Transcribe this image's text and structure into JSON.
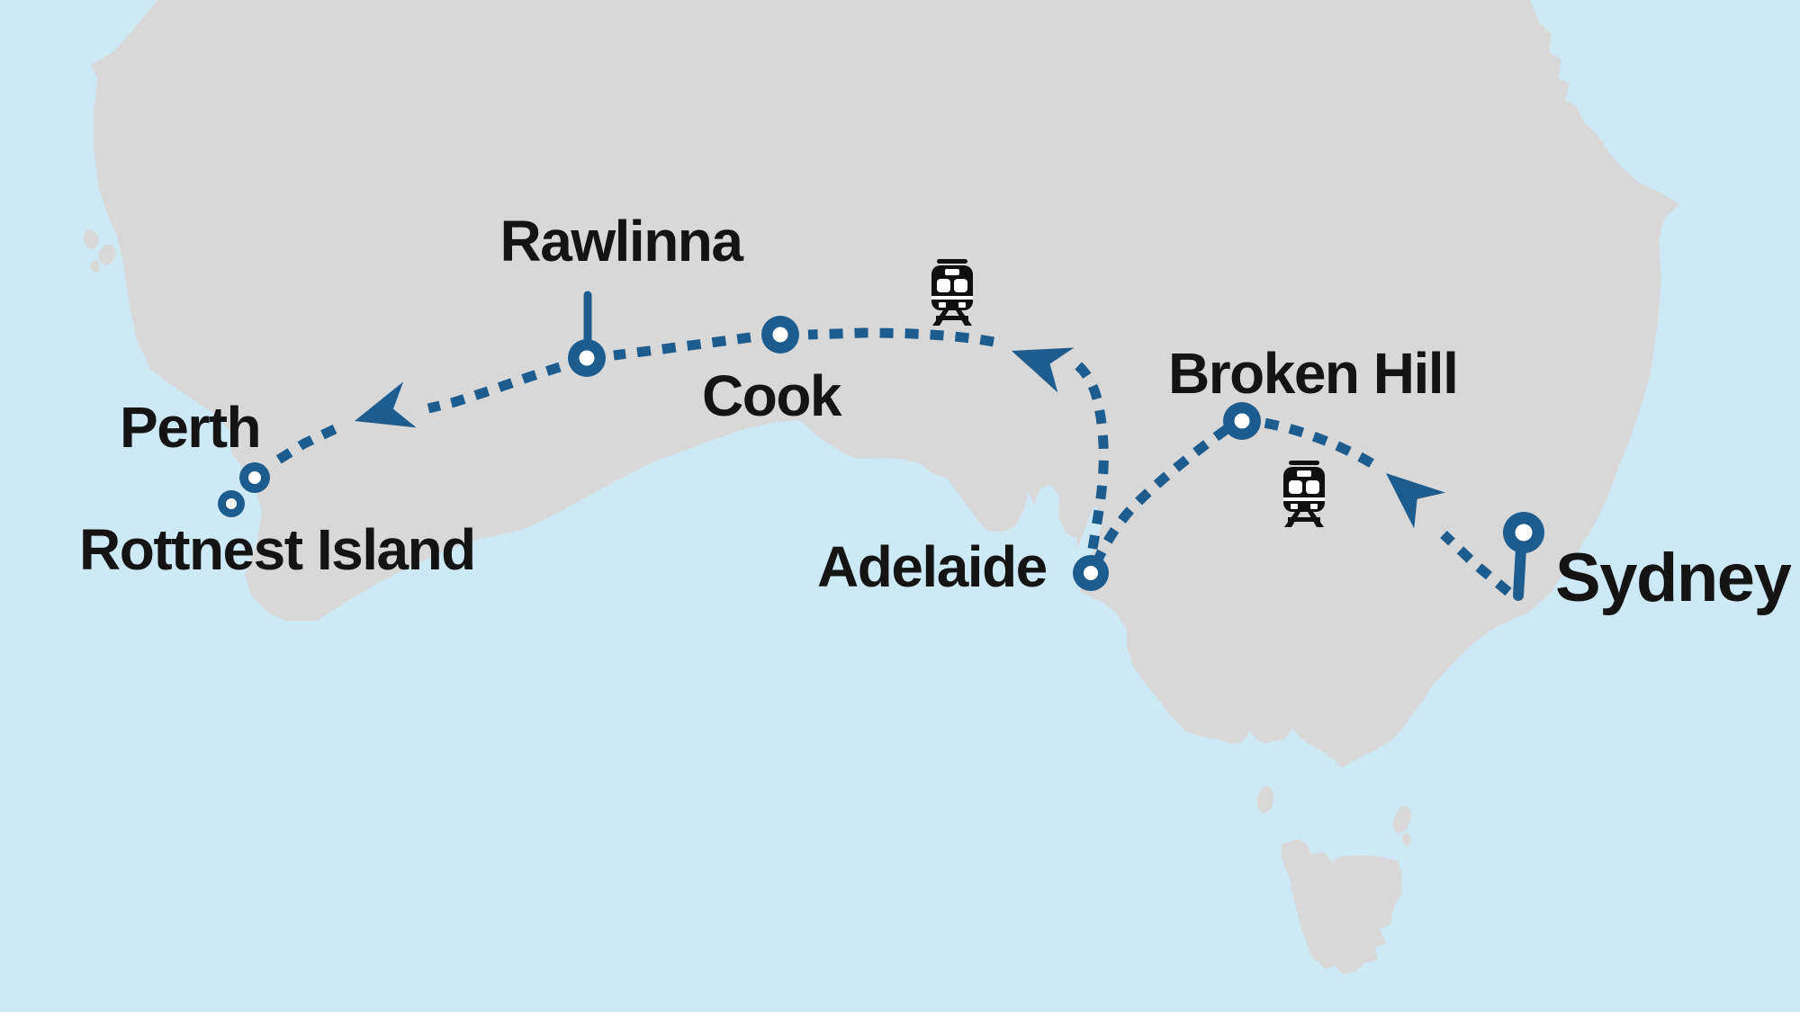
{
  "colors": {
    "sea": "#cde9f6",
    "land": "#d8d8d8",
    "route": "#1d5c8f",
    "text": "#141414",
    "train": "#0f0f0f",
    "hole": "#ffffff"
  },
  "stops": {
    "sydney": {
      "label": "Sydney",
      "marker": "pin"
    },
    "broken_hill": {
      "label": "Broken Hill",
      "marker": "ring"
    },
    "adelaide": {
      "label": "Adelaide",
      "marker": "ring"
    },
    "cook": {
      "label": "Cook",
      "marker": "ring"
    },
    "rawlinna": {
      "label": "Rawlinna",
      "marker": "ring"
    },
    "perth": {
      "label": "Perth",
      "marker": "ring"
    },
    "rottnest_island": {
      "label": "Rottnest Island",
      "marker": "ring"
    }
  },
  "route": {
    "style": "dashed",
    "arrow_icons": 3,
    "train_icons": 2
  }
}
